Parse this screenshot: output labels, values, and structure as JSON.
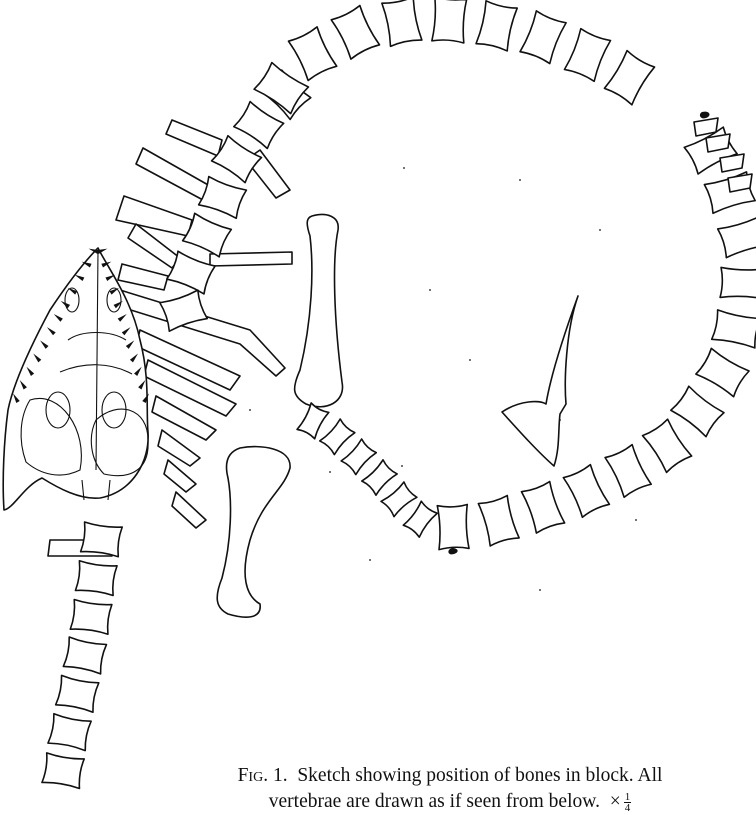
{
  "caption": {
    "fig_label": "Fig. 1.",
    "line1": "Sketch showing position of bones in block.  All",
    "line2": "vertebrae are drawn as if seen from below.",
    "scale_symbol": "×",
    "scale_numerator": "1",
    "scale_denominator": "4"
  }
}
